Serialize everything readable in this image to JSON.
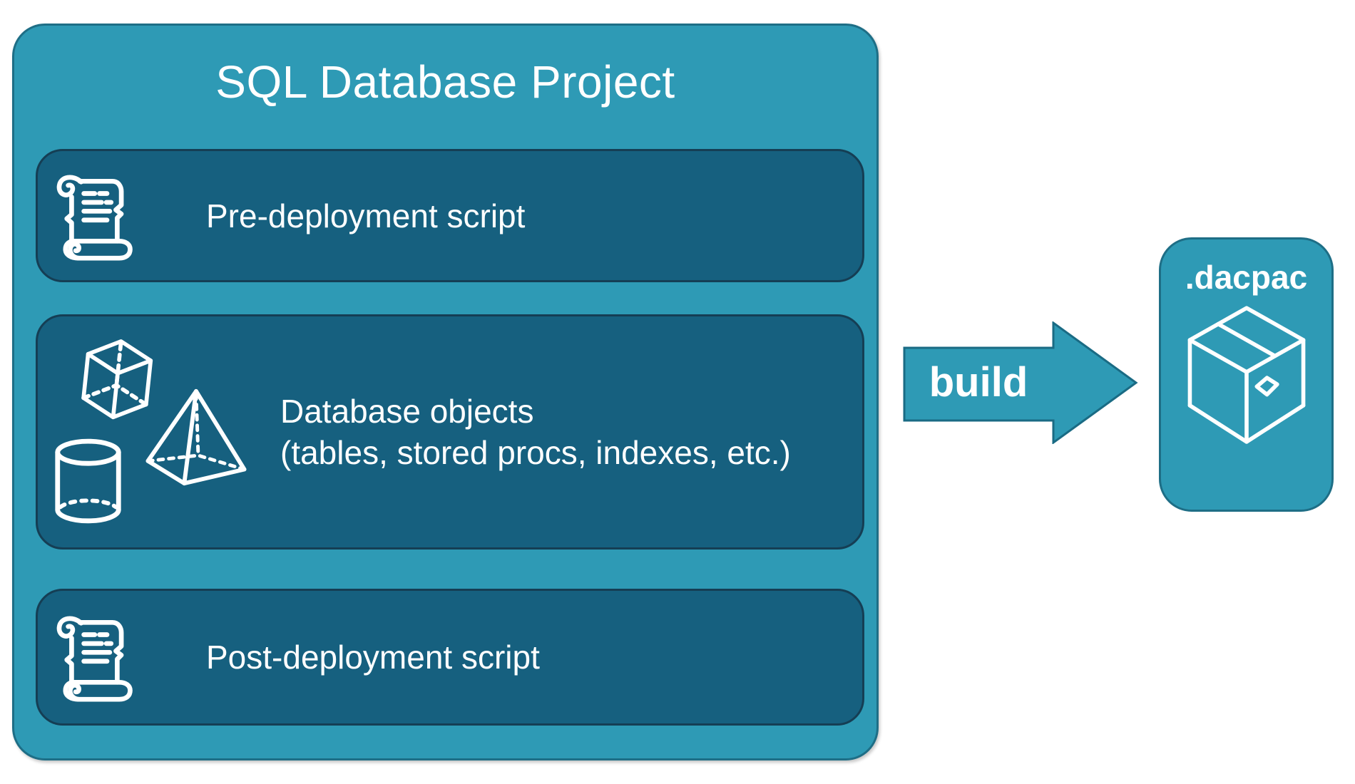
{
  "project": {
    "title": "SQL Database Project",
    "boxes": [
      {
        "label": "Pre-deployment script",
        "icon": "scroll-icon"
      },
      {
        "label": "Database objects",
        "sublabel": "(tables, stored procs, indexes, etc.)",
        "icon": "geometry-shapes-icon"
      },
      {
        "label": "Post-deployment script",
        "icon": "scroll-icon"
      }
    ]
  },
  "arrow": {
    "label": "build"
  },
  "dacpac": {
    "label": ".dacpac",
    "icon": "package-box-icon"
  },
  "colors": {
    "teal": "#2E9AB5",
    "teal_border": "#1E6E86",
    "dark_teal": "#16607F",
    "dark_border": "#153E54",
    "text": "#FFFFFF"
  }
}
